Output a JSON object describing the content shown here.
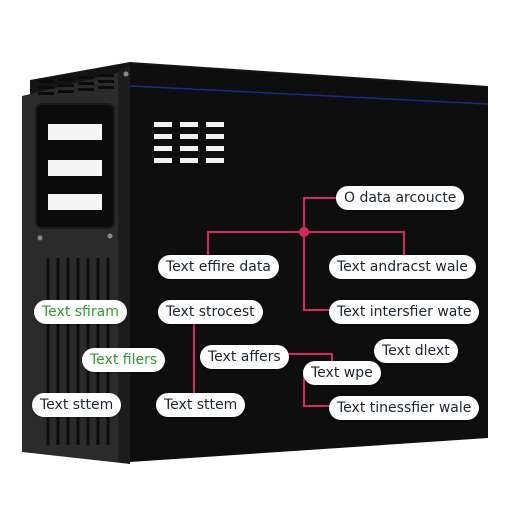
{
  "colors": {
    "server_front": "#2a2a2a",
    "server_side": "#0f0f0f",
    "server_top": "#151515",
    "connector": "#d42a5a",
    "node_dot": "#d42a5a",
    "accent_line": "#1e2a8c",
    "label_text": "#1c2430",
    "label_text_green": "#2e9e2e"
  },
  "labels": {
    "o_data": "O data arcoucte",
    "effire": "Text effire data",
    "andracst": "Text andracst wale",
    "sfiram": "Text sfiram",
    "strocest": "Text strocest",
    "intersfier": "Text intersfier wate",
    "filers": "Text filers",
    "affers": "Text affers",
    "dlext": "Text dlext",
    "wpe": "Text wpe",
    "stem_left": "Text sttem",
    "stem_mid": "Text sttem",
    "tinessfier": "Text tinessfier wale"
  }
}
